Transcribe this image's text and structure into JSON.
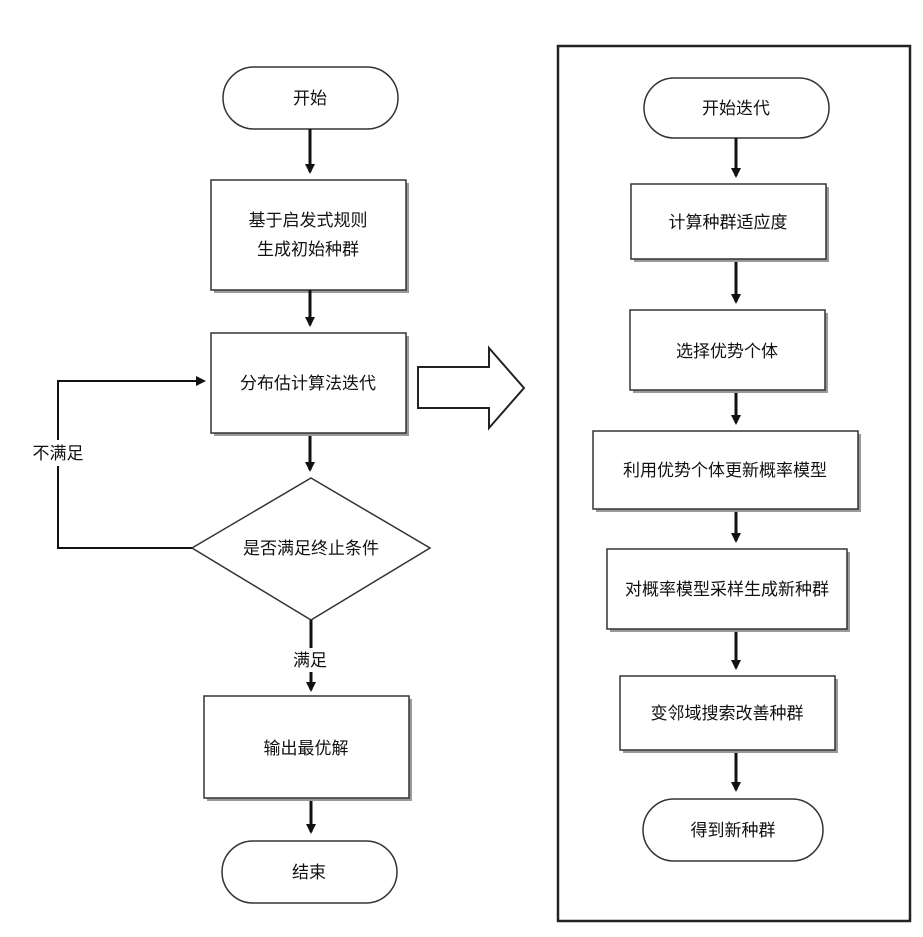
{
  "left_flow": {
    "start": "开始",
    "init_line1": "基于启发式规则",
    "init_line2": "生成初始种群",
    "iterate": "分布估计算法迭代",
    "decision": "是否满足终止条件",
    "output": "输出最优解",
    "end": "结束",
    "no_label": "不满足",
    "yes_label": "满足"
  },
  "right_flow": {
    "start": "开始迭代",
    "fitness": "计算种群适应度",
    "select": "选择优势个体",
    "update": "利用优势个体更新概率模型",
    "sample": "对概率模型采样生成新种群",
    "vns": "变邻域搜索改善种群",
    "result": "得到新种群"
  }
}
